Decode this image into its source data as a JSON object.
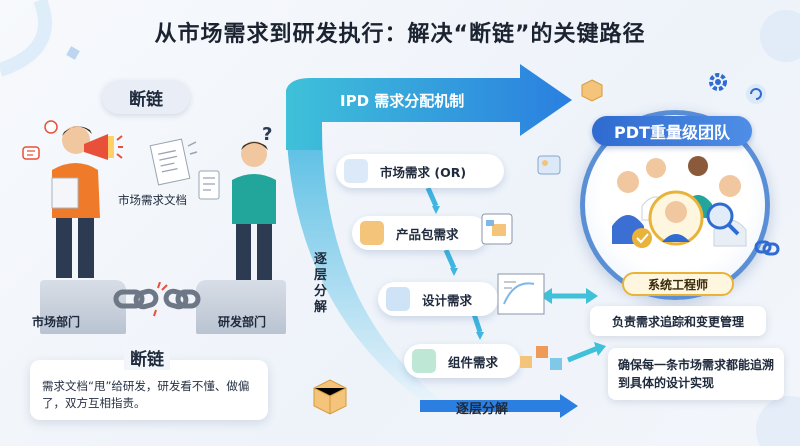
{
  "title": "从市场需求到研发执行：解决“断链”的关键路径",
  "left": {
    "pill": "断链",
    "doc_label": "市场需求文档",
    "market_dept": "市场部门",
    "rd_dept": "研发部门",
    "info_title": "断链",
    "info_text": "需求文档“甩”给研发，研发看不懂、做偏了，双方互相指责。"
  },
  "center": {
    "mechanism": "IPD 需求分配机制",
    "vertical_label": "逐层分解",
    "bottom_label": "逐层分解",
    "steps": [
      "市场需求 (OR)",
      "产品包需求",
      "设计需求",
      "组件需求"
    ]
  },
  "right": {
    "team_title": "PDT重量级团队",
    "system_engineer": "系统工程师",
    "responsibility": "负责需求追踪和变更管理",
    "ensure": "确保每一条市场需求都能追溯到具体的设计实现"
  },
  "colors": {
    "arrow_blue": "#2a8fe0",
    "arrow_cyan": "#3fc1d9",
    "team_blue": "#2f6bd0",
    "orange": "#ef7b2a",
    "teal": "#22a59a",
    "gold": "#e9b33a"
  },
  "icons": [
    "megaphone-icon",
    "question-mark-icon",
    "broken-chain-icon",
    "gear-icon",
    "box-icon",
    "blueprint-icon",
    "magnifier-icon",
    "badge-icon"
  ]
}
